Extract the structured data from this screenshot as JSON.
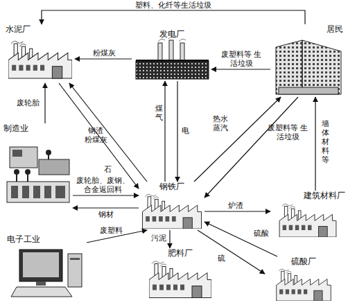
{
  "diagram": {
    "nodes": [
      {
        "text": [
          "水泥厂"
        ]
      },
      {
        "text": [
          "发电厂"
        ]
      },
      {
        "text": [
          "居民"
        ]
      },
      {
        "text": [
          "制造业"
        ]
      },
      {
        "text": [
          "钢铁厂"
        ]
      },
      {
        "text": [
          "建筑材料厂"
        ]
      },
      {
        "text": [
          "电子工业"
        ]
      },
      {
        "text": [
          "肥料厂"
        ]
      },
      {
        "text": [
          "硫酸厂"
        ]
      }
    ],
    "edges": [
      {
        "from": 2,
        "to": 0,
        "label": "塑料、化纤等生活垃圾",
        "arrow": "to"
      },
      {
        "from": 1,
        "to": 0,
        "label": "粉煤灰",
        "arrow": "to"
      },
      {
        "from": 4,
        "to": 0,
        "label": "钢渣 粉煤灰",
        "arrow": "to"
      },
      {
        "from": 0,
        "to": 4,
        "label": "石",
        "arrow": "to"
      },
      {
        "from": 3,
        "to": 0,
        "label": "废轮胎",
        "arrow": "to"
      },
      {
        "from": 3,
        "to": 4,
        "label": "废轮胎、废钢、合金返回料",
        "arrow": "to"
      },
      {
        "from": 4,
        "to": 3,
        "label": "钢材",
        "arrow": "to"
      },
      {
        "from": 4,
        "to": 1,
        "label": "煤气",
        "arrow": "to"
      },
      {
        "from": 1,
        "to": 4,
        "label": "电",
        "arrow": "to"
      },
      {
        "from": 2,
        "to": 1,
        "label": "废塑料等 生活垃圾",
        "arrow": "to"
      },
      {
        "from": 4,
        "to": 2,
        "label": "热水 蒸汽",
        "arrow": "to"
      },
      {
        "from": 2,
        "to": 4,
        "label": "废塑料等 生活垃圾",
        "arrow": "to"
      },
      {
        "from": 4,
        "to": 5,
        "label": "炉渣",
        "arrow": "to"
      },
      {
        "from": 5,
        "to": 2,
        "label": "墙体材料等",
        "arrow": "to"
      },
      {
        "from": 6,
        "to": 4,
        "label": "废塑料",
        "arrow": "to"
      },
      {
        "from": 4,
        "to": 7,
        "label": "污泥",
        "arrow": "to"
      },
      {
        "from": 8,
        "to": 4,
        "label": "硫酸",
        "arrow": "to"
      },
      {
        "from": 4,
        "to": 8,
        "label": "硫",
        "arrow": "to"
      }
    ]
  }
}
